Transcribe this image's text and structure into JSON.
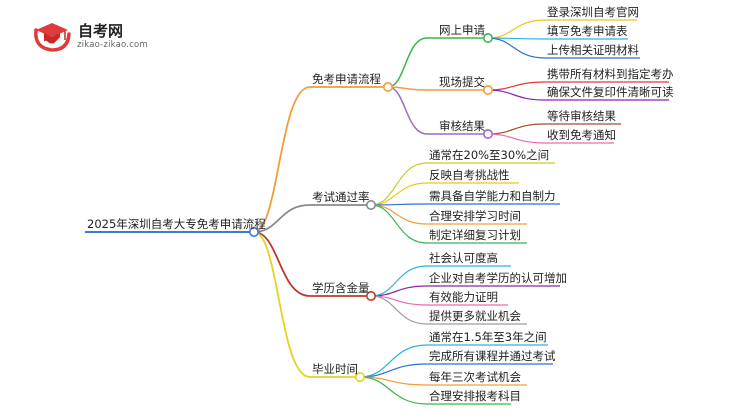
{
  "brand": {
    "name": "自考网",
    "url": "zikao-zikao.com",
    "logo_icon": "graduation-cap-logo-icon",
    "logo_color": "#e03a3a"
  },
  "root": {
    "label": "2025年深圳自考大专免考申请流程",
    "color": "#3a7bd5"
  },
  "branches": [
    {
      "label": "免考申请流程",
      "color": "#f39c3c",
      "subs": [
        {
          "label": "网上申请",
          "color": "#3bb54a",
          "leaves": [
            {
              "label": "登录深圳自考官网",
              "color": "#f0c419"
            },
            {
              "label": "填写免考申请表",
              "color": "#29b6d8"
            },
            {
              "label": "上传相关证明材料",
              "color": "#2e6fd8"
            }
          ]
        },
        {
          "label": "现场提交",
          "color": "#f39c3c",
          "leaves": [
            {
              "label": "携带所有材料到指定考办",
              "color": "#e53935"
            },
            {
              "label": "确保文件复印件清晰可读",
              "color": "#8e24aa"
            }
          ]
        },
        {
          "label": "审核结果",
          "color": "#9c6ac9",
          "leaves": [
            {
              "label": "等待审核结果",
              "color": "#a0522d"
            },
            {
              "label": "收到免考通知",
              "color": "#ec6aa8"
            }
          ]
        }
      ]
    },
    {
      "label": "考试通过率",
      "color": "#8a8a8a",
      "leaves": [
        {
          "label": "通常在20%至30%之间",
          "color": "#c5cc2c"
        },
        {
          "label": "反映自考挑战性",
          "color": "#f0c419"
        },
        {
          "label": "需具备自学能力和自制力",
          "color": "#2e6fd8"
        },
        {
          "label": "合理安排学习时间",
          "color": "#f39c3c"
        },
        {
          "label": "制定详细复习计划",
          "color": "#3bb54a"
        }
      ]
    },
    {
      "label": "学历含金量",
      "color": "#c0392b",
      "leaves": [
        {
          "label": "社会认可度高",
          "color": "#29b6d8"
        },
        {
          "label": "企业对自考学历的认可增加",
          "color": "#8e24aa"
        },
        {
          "label": "有效能力证明",
          "color": "#ec6aa8"
        },
        {
          "label": "提供更多就业机会",
          "color": "#9e9e9e"
        }
      ]
    },
    {
      "label": "毕业时间",
      "color": "#e6d21e",
      "leaves": [
        {
          "label": "通常在1.5年至3年之间",
          "color": "#29b6d8"
        },
        {
          "label": "完成所有课程并通过考试",
          "color": "#2e6fd8"
        },
        {
          "label": "每年三次考试机会",
          "color": "#f39c3c"
        },
        {
          "label": "合理安排报考科目",
          "color": "#3bb54a"
        }
      ]
    }
  ]
}
